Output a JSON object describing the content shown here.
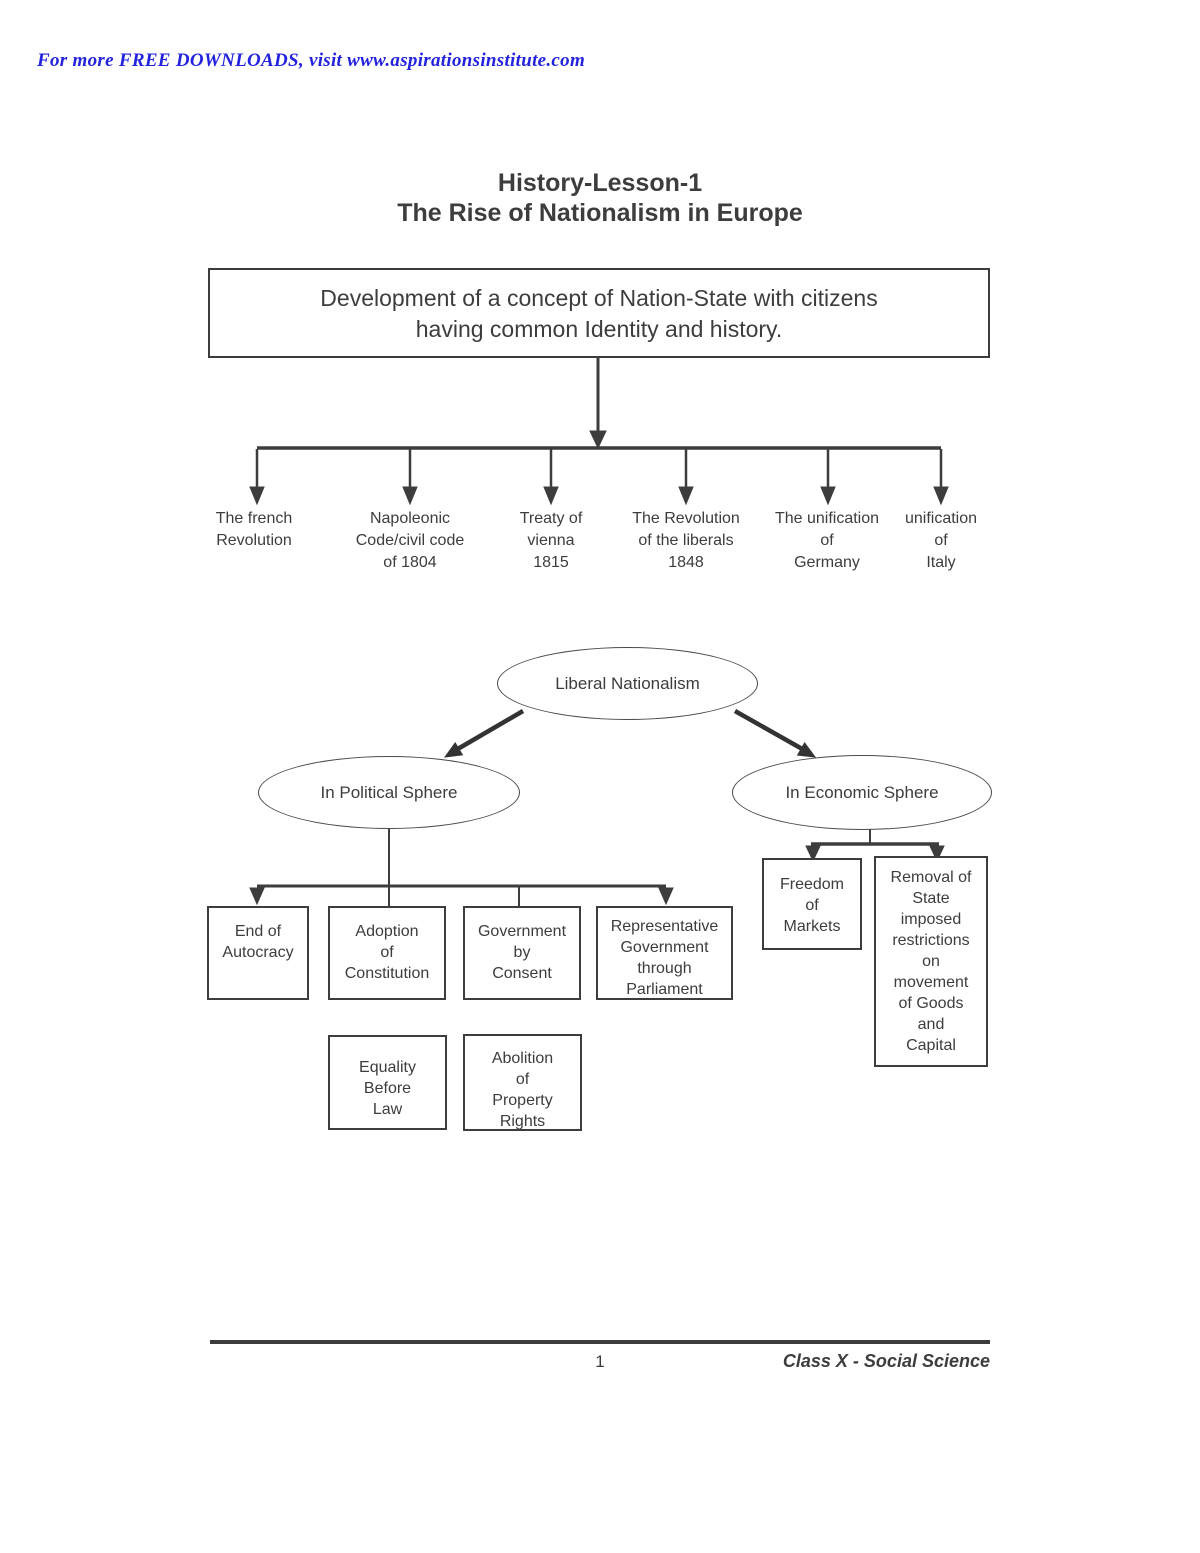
{
  "header": {
    "note": "For more FREE DOWNLOADS, visit www.aspirationsinstitute.com"
  },
  "title": {
    "line1": "History-Lesson-1",
    "line2": "The Rise of Nationalism in Europe"
  },
  "diagram": {
    "root": "Development of a concept of Nation-State with citizens\nhaving common Identity and history.",
    "events": [
      {
        "text": "The french\nRevolution"
      },
      {
        "text": "Napoleonic\nCode/civil code\nof 1804"
      },
      {
        "text": "Treaty of\nvienna\n1815"
      },
      {
        "text": "The Revolution\nof the liberals\n1848"
      },
      {
        "text": "The unification\nof\nGermany"
      },
      {
        "text": "unification\nof\nItaly"
      }
    ],
    "liberal_nationalism": "Liberal Nationalism",
    "political_sphere": "In Political Sphere",
    "economic_sphere": "In Economic Sphere",
    "political_boxes": [
      {
        "text": "End of\nAutocracy"
      },
      {
        "text": "Adoption\nof\nConstitution"
      },
      {
        "text": "Government\nby\nConsent"
      },
      {
        "text": "Representative\nGovernment\nthrough\nParliament"
      }
    ],
    "political_boxes_row2": [
      {
        "text": "Equality\nBefore\nLaw"
      },
      {
        "text": "Abolition\nof\nProperty\nRights"
      }
    ],
    "economic_boxes": [
      {
        "text": "Freedom\nof\nMarkets"
      },
      {
        "text": "Removal of\nState\nimposed\nrestrictions\non\nmovement\nof Goods\nand\nCapital"
      }
    ]
  },
  "footer": {
    "page_number": "1",
    "course": "Class X - Social Science"
  },
  "colors": {
    "link_blue": "#2323dd",
    "ink": "#3d3d3d"
  }
}
